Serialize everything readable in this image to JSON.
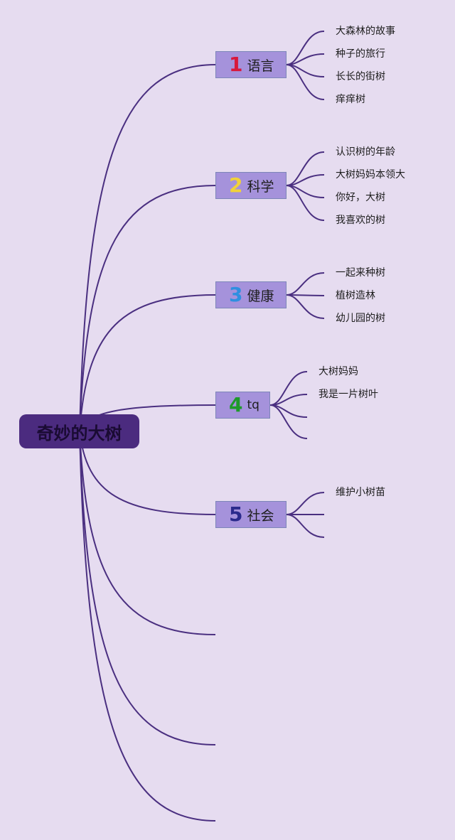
{
  "root": {
    "label": "奇妙的大树"
  },
  "branches": [
    {
      "num": "1",
      "num_color": "#d8183c",
      "label": "语言",
      "leaves": [
        "大森林的故事",
        "种子的旅行",
        "长长的街树",
        "痒痒树"
      ]
    },
    {
      "num": "2",
      "num_color": "#f1d23a",
      "label": "科学",
      "leaves": [
        "认识树的年龄",
        "大树妈妈本领大",
        "你好，大树",
        "我喜欢的树"
      ]
    },
    {
      "num": "3",
      "num_color": "#2f8fe0",
      "label": "健康",
      "leaves": [
        "一起来种树",
        "植树造林",
        "幼儿园的树"
      ]
    },
    {
      "num": "4",
      "num_color": "#1e9a2a",
      "label": "tq",
      "leaves": [
        "大树妈妈",
        "我是一片树叶",
        "",
        ""
      ]
    },
    {
      "num": "5",
      "num_color": "#2a2a8c",
      "label": "社会",
      "leaves": [
        "维护小树苗",
        "",
        ""
      ]
    }
  ],
  "colors": {
    "background": "#e6dcf0",
    "line": "#4a2f80",
    "root_fill": "#4b2b7f",
    "branch_fill": "#a592db"
  }
}
